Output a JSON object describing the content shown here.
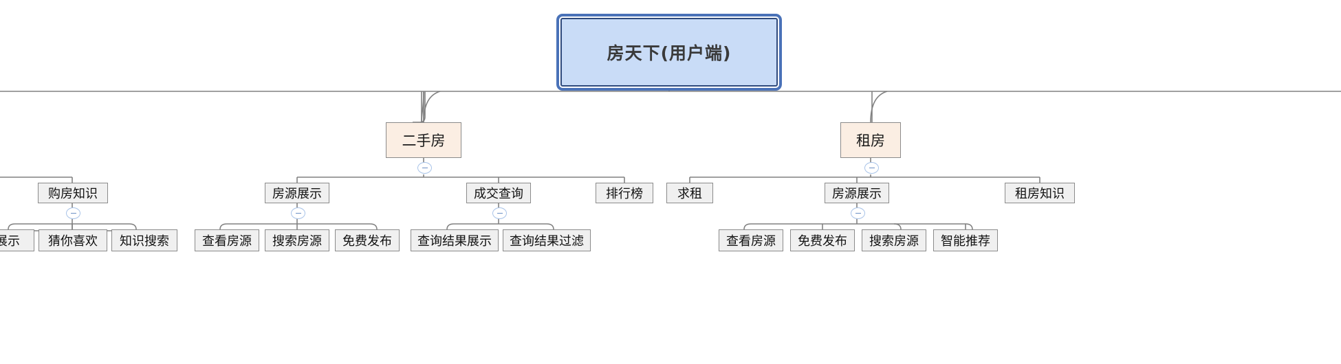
{
  "diagram": {
    "type": "mind-map",
    "title": "房天下(用户端)",
    "colors": {
      "root_fill": "#c9dcf7",
      "root_border": "#4a72b8",
      "category_fill": "#fbeee3",
      "node_fill": "#f0f0f0",
      "node_border": "#8a8a8a",
      "connector": "#808080",
      "toggle_border": "#a8c3e8"
    },
    "toggle_icon": "collapse-minus-icon"
  },
  "root": {
    "label": "房天下(用户端)"
  },
  "categories": [
    {
      "id": "ershoufang",
      "label": "二手房"
    },
    {
      "id": "zufang",
      "label": "租房"
    }
  ],
  "level3": [
    {
      "id": "goufangzhishi",
      "label": "购房知识"
    },
    {
      "id": "fangyuan1",
      "label": "房源展示"
    },
    {
      "id": "chengjiao",
      "label": "成交查询"
    },
    {
      "id": "paihangbang",
      "label": "排行榜"
    },
    {
      "id": "qiuzu",
      "label": "求租"
    },
    {
      "id": "fangyuan2",
      "label": "房源展示"
    },
    {
      "id": "zufangzhishi",
      "label": "租房知识"
    }
  ],
  "leaves": [
    {
      "id": "zhanshi",
      "label": "展示"
    },
    {
      "id": "caiNiXihuan",
      "label": "猜你喜欢"
    },
    {
      "id": "zhishisousuo",
      "label": "知识搜索"
    },
    {
      "id": "chakanfangyuan1",
      "label": "查看房源"
    },
    {
      "id": "sousuofangyuan1",
      "label": "搜索房源"
    },
    {
      "id": "mianfeifabu1",
      "label": "免费发布"
    },
    {
      "id": "chaxunzhanshi",
      "label": "查询结果展示"
    },
    {
      "id": "chaxunguolv",
      "label": "查询结果过滤"
    },
    {
      "id": "chakanfangyuan2",
      "label": "查看房源"
    },
    {
      "id": "mianfeifabu2",
      "label": "免费发布"
    },
    {
      "id": "sousuofangyuan2",
      "label": "搜索房源"
    },
    {
      "id": "zhinengtuijian",
      "label": "智能推荐"
    }
  ]
}
